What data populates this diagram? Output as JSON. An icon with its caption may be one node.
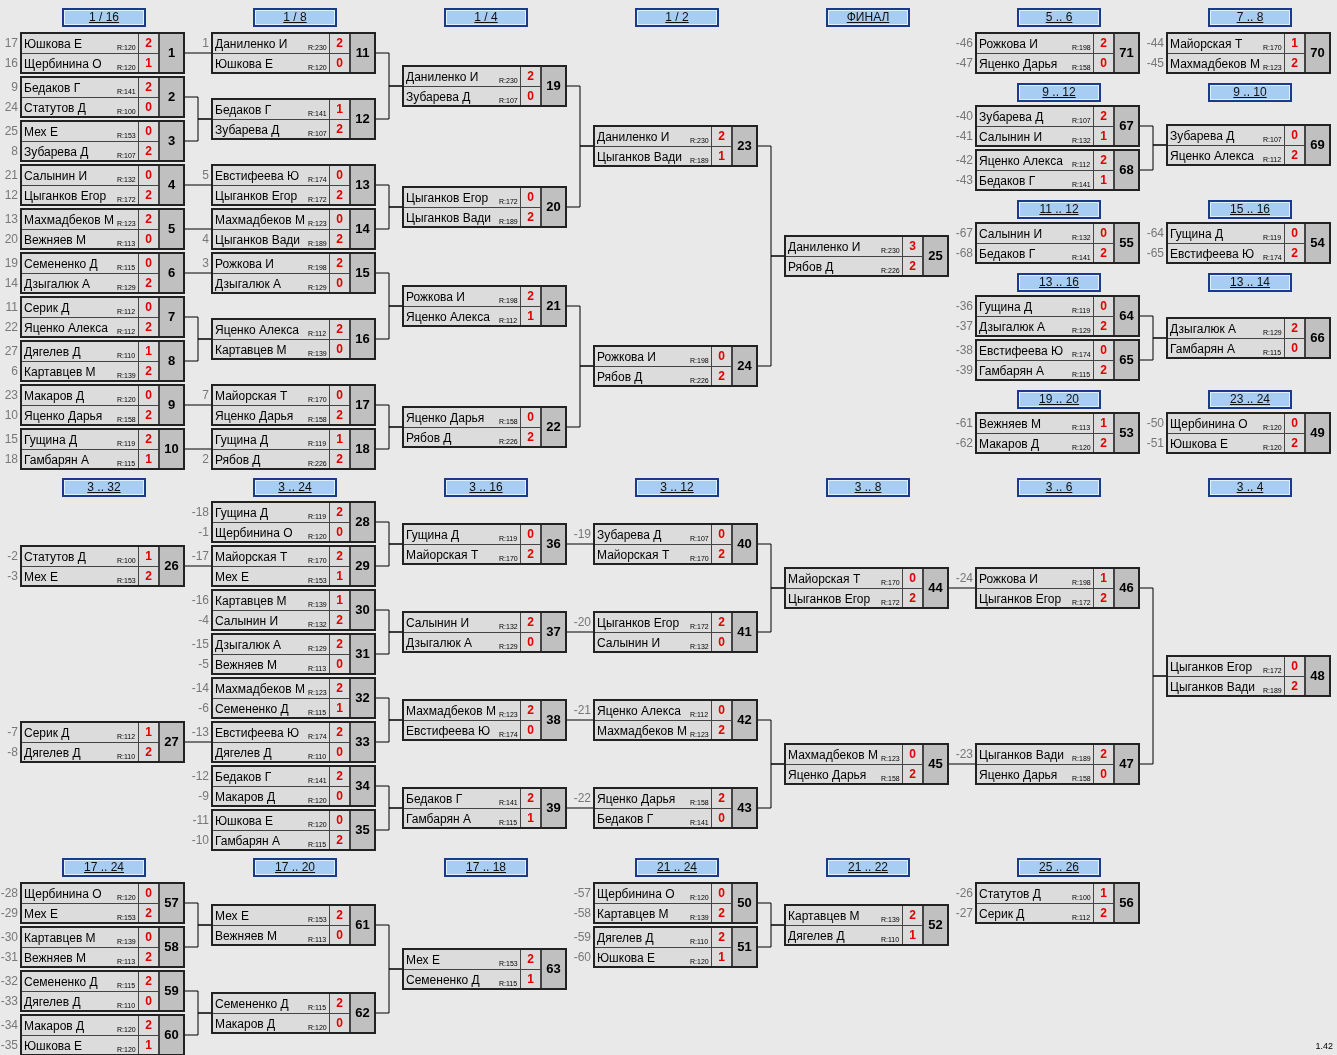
{
  "diagram": {
    "nodes": [
      {
        "text": [
          "1 / 16"
        ]
      },
      {
        "text": [
          "1 / 8"
        ]
      },
      {
        "text": [
          "1 / 4"
        ]
      },
      {
        "text": [
          "1 / 2"
        ]
      },
      {
        "text": [
          "ФИНАЛ"
        ]
      },
      {
        "text": [
          "5 .. 6"
        ]
      },
      {
        "text": [
          "7 .. 8"
        ]
      },
      {
        "text": [
          "9 .. 12"
        ]
      },
      {
        "text": [
          "9 .. 10"
        ]
      },
      {
        "text": [
          "11 .. 12"
        ]
      },
      {
        "text": [
          "15 .. 16"
        ]
      },
      {
        "text": [
          "13 .. 16"
        ]
      },
      {
        "text": [
          "13 .. 14"
        ]
      },
      {
        "text": [
          "19 .. 20"
        ]
      },
      {
        "text": [
          "23 .. 24"
        ]
      },
      {
        "text": [
          "3 .. 32"
        ]
      },
      {
        "text": [
          "3 .. 24"
        ]
      },
      {
        "text": [
          "3 .. 16"
        ]
      },
      {
        "text": [
          "3 .. 12"
        ]
      },
      {
        "text": [
          "3 .. 8"
        ]
      },
      {
        "text": [
          "3 .. 6"
        ]
      },
      {
        "text": [
          "3 .. 4"
        ]
      },
      {
        "text": [
          "17 .. 24"
        ]
      },
      {
        "text": [
          "17 .. 20"
        ]
      },
      {
        "text": [
          "17 .. 18"
        ]
      },
      {
        "text": [
          "21 .. 24"
        ]
      },
      {
        "text": [
          "21 .. 22"
        ]
      },
      {
        "text": [
          "25 .. 26"
        ]
      },
      {
        "text": [
          "Юшкова Е",
          "R:120",
          "2",
          "Щербинина О",
          "R:120",
          "1",
          "1"
        ],
        "beside": [
          "17",
          "16"
        ]
      },
      {
        "text": [
          "Бедаков Г",
          "R:141",
          "2",
          "Статутов Д",
          "R:100",
          "0",
          "2"
        ],
        "beside": [
          "9",
          "24"
        ]
      },
      {
        "text": [
          "Мех Е",
          "R:153",
          "0",
          "Зубарева Д",
          "R:107",
          "2",
          "3"
        ],
        "beside": [
          "25",
          "8"
        ]
      },
      {
        "text": [
          "Салынин И",
          "R:132",
          "0",
          "Цыганков Егор",
          "R:172",
          "2",
          "4"
        ],
        "beside": [
          "21",
          "12"
        ]
      },
      {
        "text": [
          "Махмадбеков М",
          "R:123",
          "2",
          "Вежняев М",
          "R:113",
          "0",
          "5"
        ],
        "beside": [
          "13",
          "20"
        ]
      },
      {
        "text": [
          "Семененко Д",
          "R:115",
          "0",
          "Дзыгалюк А",
          "R:129",
          "2",
          "6"
        ],
        "beside": [
          "19",
          "14"
        ]
      },
      {
        "text": [
          "Серик Д",
          "R:112",
          "0",
          "Яценко Алекса",
          "R:112",
          "2",
          "7"
        ],
        "beside": [
          "11",
          "22"
        ]
      },
      {
        "text": [
          "Дягелев Д",
          "R:110",
          "1",
          "Картавцев М",
          "R:139",
          "2",
          "8"
        ],
        "beside": [
          "27",
          "6"
        ]
      },
      {
        "text": [
          "Макаров Д",
          "R:120",
          "0",
          "Яценко Дарья",
          "R:158",
          "2",
          "9"
        ],
        "beside": [
          "23",
          "10"
        ]
      },
      {
        "text": [
          "Гущина Д",
          "R:119",
          "2",
          "Гамбарян А",
          "R:115",
          "1",
          "10"
        ],
        "beside": [
          "15",
          "18"
        ]
      },
      {
        "text": [
          "Даниленко И",
          "R:230",
          "2",
          "Юшкова Е",
          "R:120",
          "0",
          "11"
        ],
        "beside": [
          "1"
        ]
      },
      {
        "text": [
          "Бедаков Г",
          "R:141",
          "1",
          "Зубарева Д",
          "R:107",
          "2",
          "12"
        ]
      },
      {
        "text": [
          "Евстифеева Ю",
          "R:174",
          "0",
          "Цыганков Егор",
          "R:172",
          "2",
          "13"
        ],
        "beside": [
          "5"
        ]
      },
      {
        "text": [
          "Махмадбеков М",
          "R:123",
          "0",
          "Цыганков Вади",
          "R:189",
          "2",
          "14"
        ],
        "beside": [
          "4"
        ]
      },
      {
        "text": [
          "Рожкова И",
          "R:198",
          "2",
          "Дзыгалюк А",
          "R:129",
          "0",
          "15"
        ],
        "beside": [
          "3"
        ]
      },
      {
        "text": [
          "Яценко Алекса",
          "R:112",
          "2",
          "Картавцев М",
          "R:139",
          "0",
          "16"
        ]
      },
      {
        "text": [
          "Майорская Т",
          "R:170",
          "0",
          "Яценко Дарья",
          "R:158",
          "2",
          "17"
        ],
        "beside": [
          "7"
        ]
      },
      {
        "text": [
          "Гущина Д",
          "R:119",
          "1",
          "Рябов Д",
          "R:226",
          "2",
          "18"
        ],
        "beside": [
          "2"
        ]
      },
      {
        "text": [
          "Даниленко И",
          "R:230",
          "2",
          "Зубарева Д",
          "R:107",
          "0",
          "19"
        ]
      },
      {
        "text": [
          "Цыганков Егор",
          "R:172",
          "0",
          "Цыганков Вади",
          "R:189",
          "2",
          "20"
        ]
      },
      {
        "text": [
          "Рожкова И",
          "R:198",
          "2",
          "Яценко Алекса",
          "R:112",
          "1",
          "21"
        ]
      },
      {
        "text": [
          "Яценко Дарья",
          "R:158",
          "0",
          "Рябов Д",
          "R:226",
          "2",
          "22"
        ]
      },
      {
        "text": [
          "Даниленко И",
          "R:230",
          "2",
          "Цыганков Вади",
          "R:189",
          "1",
          "23"
        ]
      },
      {
        "text": [
          "Рожкова И",
          "R:198",
          "0",
          "Рябов Д",
          "R:226",
          "2",
          "24"
        ]
      },
      {
        "text": [
          "Даниленко И",
          "R:230",
          "3",
          "Рябов Д",
          "R:226",
          "2",
          "25"
        ]
      },
      {
        "text": [
          "Статутов Д",
          "R:100",
          "1",
          "Мех Е",
          "R:153",
          "2",
          "26"
        ],
        "beside": [
          "-2",
          "-3"
        ]
      },
      {
        "text": [
          "Серик Д",
          "R:112",
          "1",
          "Дягелев Д",
          "R:110",
          "2",
          "27"
        ],
        "beside": [
          "-7",
          "-8"
        ]
      },
      {
        "text": [
          "Гущина Д",
          "R:119",
          "2",
          "Щербинина О",
          "R:120",
          "0",
          "28"
        ],
        "beside": [
          "-18",
          "-1"
        ]
      },
      {
        "text": [
          "Майорская Т",
          "R:170",
          "2",
          "Мех Е",
          "R:153",
          "1",
          "29"
        ],
        "beside": [
          "-17"
        ]
      },
      {
        "text": [
          "Картавцев М",
          "R:139",
          "1",
          "Салынин И",
          "R:132",
          "2",
          "30"
        ],
        "beside": [
          "-16",
          "-4"
        ]
      },
      {
        "text": [
          "Дзыгалюк А",
          "R:129",
          "2",
          "Вежняев М",
          "R:113",
          "0",
          "31"
        ],
        "beside": [
          "-15",
          "-5"
        ]
      },
      {
        "text": [
          "Махмадбеков М",
          "R:123",
          "2",
          "Семененко Д",
          "R:115",
          "1",
          "32"
        ],
        "beside": [
          "-14",
          "-6"
        ]
      },
      {
        "text": [
          "Евстифеева Ю",
          "R:174",
          "2",
          "Дягелев Д",
          "R:110",
          "0",
          "33"
        ],
        "beside": [
          "-13"
        ]
      },
      {
        "text": [
          "Бедаков Г",
          "R:141",
          "2",
          "Макаров Д",
          "R:120",
          "0",
          "34"
        ],
        "beside": [
          "-12",
          "-9"
        ]
      },
      {
        "text": [
          "Юшкова Е",
          "R:120",
          "0",
          "Гамбарян А",
          "R:115",
          "2",
          "35"
        ],
        "beside": [
          "-11",
          "-10"
        ]
      },
      {
        "text": [
          "Гущина Д",
          "R:119",
          "0",
          "Майорская Т",
          "R:170",
          "2",
          "36"
        ]
      },
      {
        "text": [
          "Салынин И",
          "R:132",
          "2",
          "Дзыгалюк А",
          "R:129",
          "0",
          "37"
        ]
      },
      {
        "text": [
          "Махмадбеков М",
          "R:123",
          "2",
          "Евстифеева Ю",
          "R:174",
          "0",
          "38"
        ]
      },
      {
        "text": [
          "Бедаков Г",
          "R:141",
          "2",
          "Гамбарян А",
          "R:115",
          "1",
          "39"
        ]
      },
      {
        "text": [
          "Зубарева Д",
          "R:107",
          "0",
          "Майорская Т",
          "R:170",
          "2",
          "40"
        ],
        "beside": [
          "-19"
        ]
      },
      {
        "text": [
          "Цыганков Егор",
          "R:172",
          "2",
          "Салынин И",
          "R:132",
          "0",
          "41"
        ],
        "beside": [
          "-20"
        ]
      },
      {
        "text": [
          "Яценко Алекса",
          "R:112",
          "0",
          "Махмадбеков М",
          "R:123",
          "2",
          "42"
        ],
        "beside": [
          "-21"
        ]
      },
      {
        "text": [
          "Яценко Дарья",
          "R:158",
          "2",
          "Бедаков Г",
          "R:141",
          "0",
          "43"
        ],
        "beside": [
          "-22"
        ]
      },
      {
        "text": [
          "Майорская Т",
          "R:170",
          "0",
          "Цыганков Егор",
          "R:172",
          "2",
          "44"
        ]
      },
      {
        "text": [
          "Махмадбеков М",
          "R:123",
          "0",
          "Яценко Дарья",
          "R:158",
          "2",
          "45"
        ]
      },
      {
        "text": [
          "Рожкова И",
          "R:198",
          "1",
          "Цыганков Егор",
          "R:172",
          "2",
          "46"
        ],
        "beside": [
          "-24"
        ]
      },
      {
        "text": [
          "Цыганков Вади",
          "R:189",
          "2",
          "Яценко Дарья",
          "R:158",
          "0",
          "47"
        ],
        "beside": [
          "-23"
        ]
      },
      {
        "text": [
          "Цыганков Егор",
          "R:172",
          "0",
          "Цыганков Вади",
          "R:189",
          "2",
          "48"
        ]
      },
      {
        "text": [
          "Щербинина О",
          "R:120",
          "0",
          "Юшкова Е",
          "R:120",
          "2",
          "49"
        ],
        "beside": [
          "-50",
          "-51"
        ]
      },
      {
        "text": [
          "Щербинина О",
          "R:120",
          "0",
          "Картавцев М",
          "R:139",
          "2",
          "50"
        ],
        "beside": [
          "-57",
          "-58"
        ]
      },
      {
        "text": [
          "Дягелев Д",
          "R:110",
          "2",
          "Юшкова Е",
          "R:120",
          "1",
          "51"
        ],
        "beside": [
          "-59",
          "-60"
        ]
      },
      {
        "text": [
          "Картавцев М",
          "R:139",
          "2",
          "Дягелев Д",
          "R:110",
          "1",
          "52"
        ]
      },
      {
        "text": [
          "Вежняев М",
          "R:113",
          "1",
          "Макаров Д",
          "R:120",
          "2",
          "53"
        ],
        "beside": [
          "-61",
          "-62"
        ]
      },
      {
        "text": [
          "Гущина Д",
          "R:119",
          "0",
          "Евстифеева Ю",
          "R:174",
          "2",
          "54"
        ],
        "beside": [
          "-64",
          "-65"
        ]
      },
      {
        "text": [
          "Салынин И",
          "R:132",
          "0",
          "Бедаков Г",
          "R:141",
          "2",
          "55"
        ],
        "beside": [
          "-67",
          "-68"
        ]
      },
      {
        "text": [
          "Статутов Д",
          "R:100",
          "1",
          "Серик Д",
          "R:112",
          "2",
          "56"
        ],
        "beside": [
          "-26",
          "-27"
        ]
      },
      {
        "text": [
          "Щербинина О",
          "R:120",
          "0",
          "Мех Е",
          "R:153",
          "2",
          "57"
        ],
        "beside": [
          "-28",
          "-29"
        ]
      },
      {
        "text": [
          "Картавцев М",
          "R:139",
          "0",
          "Вежняев М",
          "R:113",
          "2",
          "58"
        ],
        "beside": [
          "-30",
          "-31"
        ]
      },
      {
        "text": [
          "Семененко Д",
          "R:115",
          "2",
          "Дягелев Д",
          "R:110",
          "0",
          "59"
        ],
        "beside": [
          "-32",
          "-33"
        ]
      },
      {
        "text": [
          "Макаров Д",
          "R:120",
          "2",
          "Юшкова Е",
          "R:120",
          "1",
          "60"
        ],
        "beside": [
          "-34",
          "-35"
        ]
      },
      {
        "text": [
          "Мех Е",
          "R:153",
          "2",
          "Вежняев М",
          "R:113",
          "0",
          "61"
        ]
      },
      {
        "text": [
          "Семененко Д",
          "R:115",
          "2",
          "Макаров Д",
          "R:120",
          "0",
          "62"
        ]
      },
      {
        "text": [
          "Мех Е",
          "R:153",
          "2",
          "Семененко Д",
          "R:115",
          "1",
          "63"
        ]
      },
      {
        "text": [
          "Гущина Д",
          "R:119",
          "0",
          "Дзыгалюк А",
          "R:129",
          "2",
          "64"
        ],
        "beside": [
          "-36",
          "-37"
        ]
      },
      {
        "text": [
          "Евстифеева Ю",
          "R:174",
          "0",
          "Гамбарян А",
          "R:115",
          "2",
          "65"
        ],
        "beside": [
          "-38",
          "-39"
        ]
      },
      {
        "text": [
          "Дзыгалюк А",
          "R:129",
          "2",
          "Гамбарян А",
          "R:115",
          "0",
          "66"
        ]
      },
      {
        "text": [
          "Зубарева Д",
          "R:107",
          "2",
          "Салынин И",
          "R:132",
          "1",
          "67"
        ],
        "beside": [
          "-40",
          "-41"
        ]
      },
      {
        "text": [
          "Яценко Алекса",
          "R:112",
          "2",
          "Бедаков Г",
          "R:141",
          "1",
          "68"
        ],
        "beside": [
          "-42",
          "-43"
        ]
      },
      {
        "text": [
          "Зубарева Д",
          "R:107",
          "0",
          "Яценко Алекса",
          "R:112",
          "2",
          "69"
        ]
      },
      {
        "text": [
          "Майорская Т",
          "R:170",
          "1",
          "Махмадбеков М",
          "R:123",
          "2",
          "70"
        ],
        "beside": [
          "-44",
          "-45"
        ]
      },
      {
        "text": [
          "Рожкова И",
          "R:198",
          "2",
          "Яценко Дарья",
          "R:158",
          "0",
          "71"
        ],
        "beside": [
          "-46",
          "-47"
        ]
      }
    ],
    "edges": [
      {
        "from": 28,
        "to": 38,
        "arrow": "none"
      },
      {
        "from": 29,
        "to": 39,
        "arrow": "none"
      },
      {
        "from": 30,
        "to": 39,
        "arrow": "none"
      },
      {
        "from": 31,
        "to": 40,
        "arrow": "none"
      },
      {
        "from": 32,
        "to": 41,
        "arrow": "none"
      },
      {
        "from": 33,
        "to": 42,
        "arrow": "none"
      },
      {
        "from": 34,
        "to": 43,
        "arrow": "none"
      },
      {
        "from": 35,
        "to": 43,
        "arrow": "none"
      },
      {
        "from": 36,
        "to": 44,
        "arrow": "none"
      },
      {
        "from": 37,
        "to": 45,
        "arrow": "none"
      },
      {
        "from": 38,
        "to": 46,
        "arrow": "none"
      },
      {
        "from": 39,
        "to": 46,
        "arrow": "none"
      },
      {
        "from": 40,
        "to": 47,
        "arrow": "none"
      },
      {
        "from": 41,
        "to": 47,
        "arrow": "none"
      },
      {
        "from": 42,
        "to": 48,
        "arrow": "none"
      },
      {
        "from": 43,
        "to": 48,
        "arrow": "none"
      },
      {
        "from": 44,
        "to": 49,
        "arrow": "none"
      },
      {
        "from": 45,
        "to": 49,
        "arrow": "none"
      },
      {
        "from": 46,
        "to": 50,
        "arrow": "none"
      },
      {
        "from": 47,
        "to": 50,
        "arrow": "none"
      },
      {
        "from": 48,
        "to": 51,
        "arrow": "none"
      },
      {
        "from": 49,
        "to": 51,
        "arrow": "none"
      },
      {
        "from": 50,
        "to": 52,
        "arrow": "none"
      },
      {
        "from": 51,
        "to": 52,
        "arrow": "none"
      },
      {
        "from": 94,
        "to": 96,
        "arrow": "none"
      },
      {
        "from": 95,
        "to": 96,
        "arrow": "none"
      },
      {
        "from": 91,
        "to": 93,
        "arrow": "none"
      },
      {
        "from": 92,
        "to": 93,
        "arrow": "none"
      },
      {
        "from": 53,
        "to": 56,
        "arrow": "none"
      },
      {
        "from": 55,
        "to": 63,
        "arrow": "none"
      },
      {
        "from": 56,
        "to": 63,
        "arrow": "none"
      },
      {
        "from": 57,
        "to": 64,
        "arrow": "none"
      },
      {
        "from": 58,
        "to": 64,
        "arrow": "none"
      },
      {
        "from": 59,
        "to": 65,
        "arrow": "none"
      },
      {
        "from": 54,
        "to": 60,
        "arrow": "none"
      },
      {
        "from": 60,
        "to": 65,
        "arrow": "none"
      },
      {
        "from": 61,
        "to": 66,
        "arrow": "none"
      },
      {
        "from": 62,
        "to": 66,
        "arrow": "none"
      },
      {
        "from": 63,
        "to": 67,
        "arrow": "none"
      },
      {
        "from": 64,
        "to": 68,
        "arrow": "none"
      },
      {
        "from": 65,
        "to": 69,
        "arrow": "none"
      },
      {
        "from": 66,
        "to": 70,
        "arrow": "none"
      },
      {
        "from": 67,
        "to": 71,
        "arrow": "none"
      },
      {
        "from": 68,
        "to": 71,
        "arrow": "none"
      },
      {
        "from": 69,
        "to": 72,
        "arrow": "none"
      },
      {
        "from": 70,
        "to": 72,
        "arrow": "none"
      },
      {
        "from": 71,
        "to": 73,
        "arrow": "none"
      },
      {
        "from": 72,
        "to": 74,
        "arrow": "none"
      },
      {
        "from": 73,
        "to": 75,
        "arrow": "none"
      },
      {
        "from": 74,
        "to": 75,
        "arrow": "none"
      },
      {
        "from": 84,
        "to": 88,
        "arrow": "none"
      },
      {
        "from": 85,
        "to": 88,
        "arrow": "none"
      },
      {
        "from": 86,
        "to": 89,
        "arrow": "none"
      },
      {
        "from": 87,
        "to": 89,
        "arrow": "none"
      },
      {
        "from": 88,
        "to": 90,
        "arrow": "none"
      },
      {
        "from": 89,
        "to": 90,
        "arrow": "none"
      },
      {
        "from": 77,
        "to": 79,
        "arrow": "none"
      },
      {
        "from": 78,
        "to": 79,
        "arrow": "none"
      }
    ],
    "labels": [
      "1.42"
    ]
  }
}
